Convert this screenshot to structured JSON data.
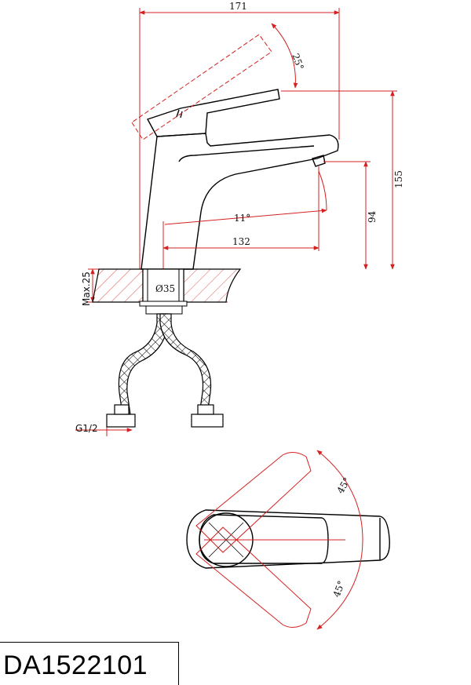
{
  "dimensions": {
    "width_total": "171",
    "lever_angle": "25°",
    "height_total": "155",
    "spout_height": "94",
    "spout_angle": "11°",
    "spout_reach": "132",
    "deck_thickness": "Max.25",
    "hole_diameter": "Ø35",
    "thread": "G1/2",
    "rotation_top": "45°",
    "rotation_bottom": "45°"
  },
  "model_code": "DA1522101",
  "colors": {
    "line": "#000000",
    "dimension": "#d42020"
  }
}
